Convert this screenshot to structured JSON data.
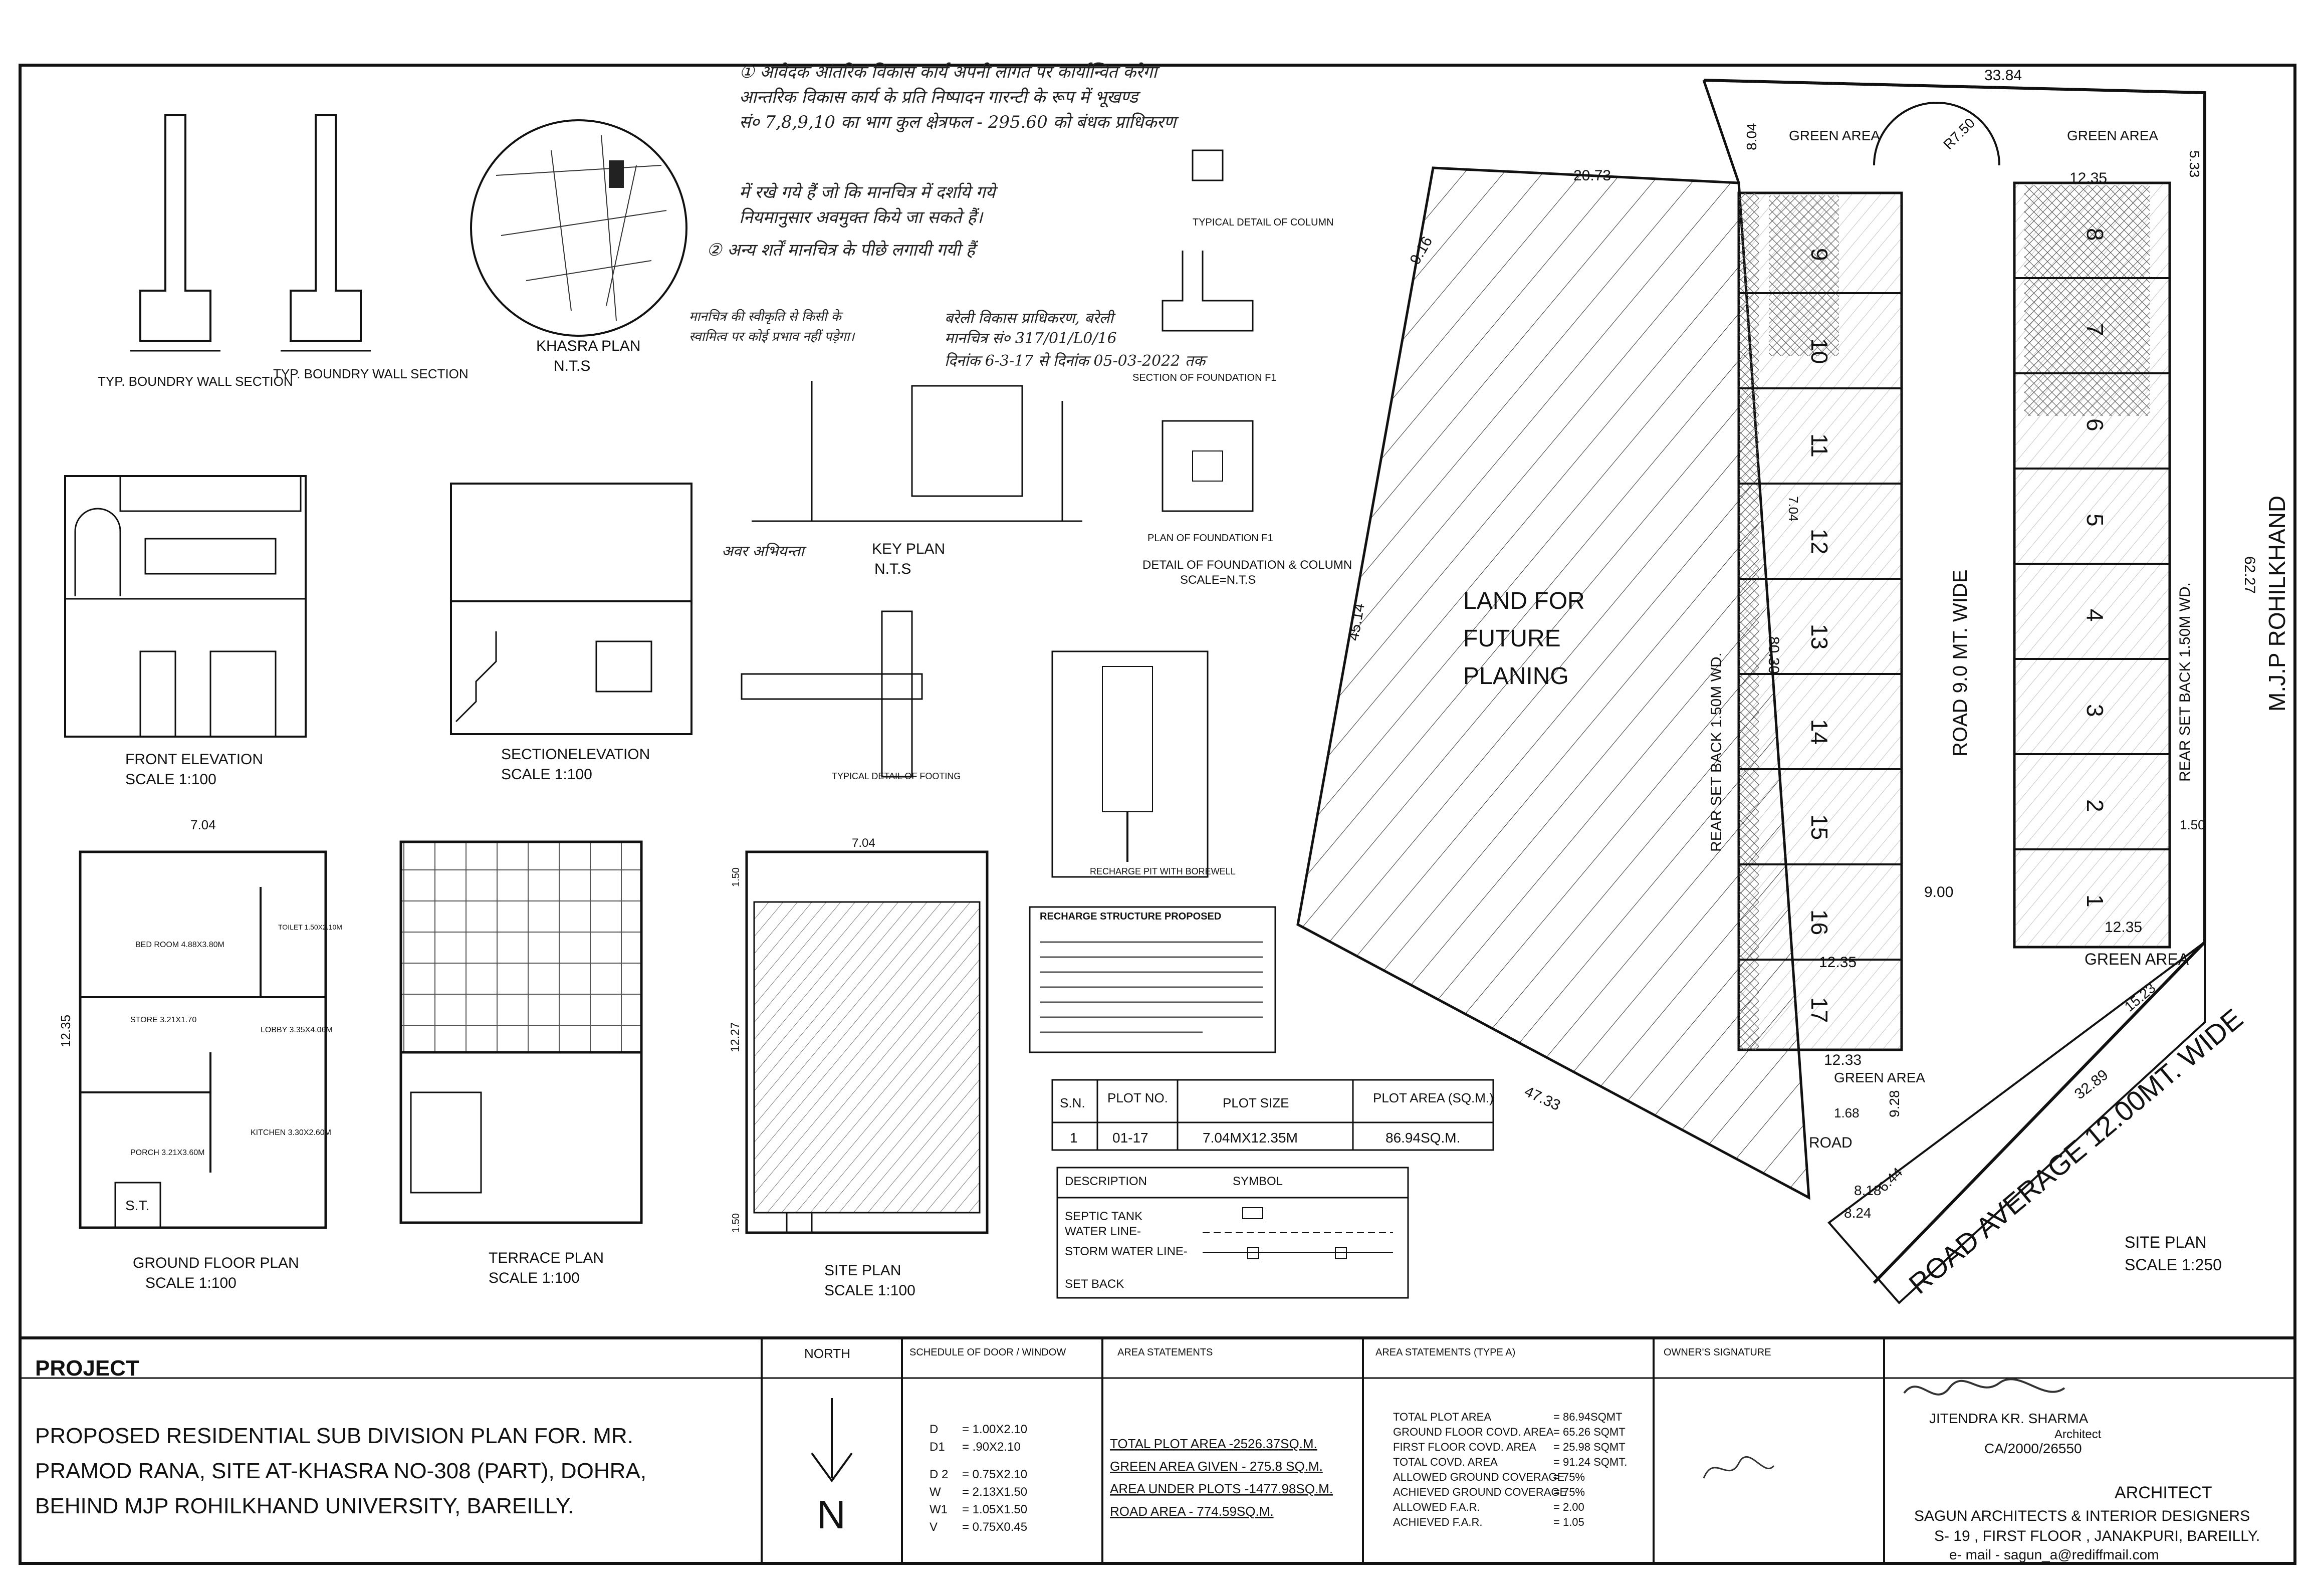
{
  "site_plan": {
    "land_label": [
      "LAND FOR",
      "FUTURE",
      "PLANING"
    ],
    "road_9": "ROAD 9.0 MT. WIDE",
    "road_12": "ROAD AVERAGE 12.00MT. WIDE",
    "mjp": "M.J.P ROHILKHAND",
    "rear_setback_left": "REAR SET BACK 1.50M WD.",
    "rear_setback_right": "REAR SET BACK 1.50M WD.",
    "green_area": "GREEN AREA",
    "road": "ROAD",
    "title": "SITE PLAN",
    "scale": "SCALE 1:250",
    "plots_left": [
      "9",
      "10",
      "11",
      "12",
      "13",
      "14",
      "15",
      "16",
      "17"
    ],
    "plots_right": [
      "8",
      "7",
      "6",
      "5",
      "4",
      "3",
      "2",
      "1"
    ],
    "dims": [
      "33.84",
      "20.73",
      "9.16",
      "45.14",
      "80.30",
      "62.27",
      "47.33",
      "32.89",
      "12.35",
      "12.35",
      "12.35",
      "9.00",
      "12.33",
      "8.04",
      "5.33",
      "R7.50",
      "15.23",
      "6.44",
      "8.24",
      "8.18",
      "7.04",
      "1.50",
      "9.28",
      "1.68"
    ]
  },
  "drawings": {
    "wall1": "TYP. BOUNDRY WALL SECTION",
    "wall2": "TYP. BOUNDRY WALL SECTION",
    "khasra": "KHASRA PLAN",
    "khasra_nts": "N.T.S",
    "key": "KEY PLAN",
    "key_nts": "N.T.S",
    "col": "TYPICAL DETAIL OF COLUMN",
    "found": "SECTION OF FOUNDATION F1",
    "found_plan": "PLAN OF FOUNDATION F1",
    "found_detail": "DETAIL OF FOUNDATION & COLUMN",
    "found_scale": "SCALE=N.T.S",
    "front": "FRONT ELEVATION",
    "front_scale": "SCALE 1:100",
    "section": "SECTIONELEVATION",
    "section_scale": "SCALE 1:100",
    "ground": "GROUND FLOOR PLAN",
    "ground_scale": "SCALE 1:100",
    "terrace": "TERRACE PLAN",
    "terrace_scale": "SCALE 1:100",
    "site_small": "SITE PLAN",
    "site_small_scale": "SCALE 1:100",
    "recharge_pit": "RECHARGE PIT WITH BOREWELL",
    "footing": "TYPICAL DETAIL OF FOOTING",
    "recharge_title": "RECHARGE STRUCTURE PROPOSED",
    "rooms": [
      "BED ROOM 4.88X3.80M",
      "STORE 3.21X1.70",
      "LOBBY 3.35X4.06M",
      "KITCHEN 3.30X2.60M",
      "PORCH 3.21X3.60M",
      "TOILET 1.50X2.10M",
      "S.T."
    ],
    "ground_dims": [
      "7.04",
      "12.35"
    ],
    "site_small_dims": [
      "7.04",
      "12.27",
      "1.50",
      "1.50"
    ]
  },
  "plot_table": {
    "headers": [
      "S.N.",
      "PLOT NO.",
      "PLOT SIZE",
      "PLOT AREA (SQ.M.)"
    ],
    "row": [
      "1",
      "01-17",
      "7.04MX12.35M",
      "86.94SQ.M."
    ]
  },
  "symbol_table": {
    "headers": [
      "DESCRIPTION",
      "SYMBOL"
    ],
    "rows": [
      "SEPTIC TANK",
      "WATER LINE-",
      "STORM WATER LINE-",
      "SET BACK"
    ]
  },
  "title_block": {
    "project": "PROJECT",
    "description": [
      "PROPOSED RESIDENTIAL SUB DIVISION PLAN FOR. MR.",
      "PRAMOD RANA, SITE AT-KHASRA NO-308 (PART), DOHRA,",
      "BEHIND MJP ROHILKHAND UNIVERSITY, BAREILLY."
    ],
    "north": "NORTH",
    "north_letter": "N",
    "schedule_header": "SCHEDULE OF DOOR / WINDOW",
    "schedule": [
      [
        "D",
        "= 1.00X2.10"
      ],
      [
        "D1",
        "= .90X2.10"
      ],
      [
        "D 2",
        "= 0.75X2.10"
      ],
      [
        "W",
        "= 2.13X1.50"
      ],
      [
        "W1",
        "= 1.05X1.50"
      ],
      [
        "V",
        "= 0.75X0.45"
      ]
    ],
    "area_header": "AREA STATEMENTS",
    "area": [
      "TOTAL PLOT AREA -2526.37SQ.M.",
      "GREEN AREA GIVEN - 275.8 SQ.M.",
      "AREA UNDER PLOTS -1477.98SQ.M.",
      "ROAD AREA - 774.59SQ.M."
    ],
    "area_a_header": "AREA STATEMENTS (TYPE A)",
    "area_a": [
      [
        "TOTAL PLOT AREA",
        "= 86.94SQMT"
      ],
      [
        "GROUND FLOOR COVD. AREA",
        "= 65.26 SQMT"
      ],
      [
        "FIRST FLOOR COVD. AREA",
        "= 25.98 SQMT"
      ],
      [
        "TOTAL COVD. AREA",
        "= 91.24 SQMT."
      ],
      [
        "ALLOWED GROUND COVERAGE",
        "= 75%"
      ],
      [
        "ACHIEVED GROUND COVERAGE",
        "= 75%"
      ],
      [
        "ALLOWED F.A.R.",
        "= 2.00"
      ],
      [
        "ACHIEVED F.A.R.",
        "= 1.05"
      ]
    ],
    "owner_header": "OWNER'S SIGNATURE",
    "architect_name": "JITENDRA KR. SHARMA",
    "architect_title": "Architect",
    "architect_reg": "CA/2000/26550",
    "firm_role": "ARCHITECT",
    "firm": "SAGUN ARCHITECTS & INTERIOR DESIGNERS",
    "address": "S- 19 , FIRST FLOOR , JANAKPURI, BAREILLY.",
    "email": "e- mail - sagun_a@rediffmail.com"
  },
  "handwritten": {
    "notes": [
      "① आवेदक आंतरिक विकास कार्य अपनी लागत पर कार्यान्वित करेगा",
      "आन्तरिक विकास कार्य के प्रति निष्पादन गारन्टी के रूप में भूखण्ड",
      "सं० 7,8,9,10 का भाग कुल क्षेत्रफल - 295.60 को बंधक प्राधिकरण",
      "में रखे गये हैं जो कि मानचित्र में दर्शाये गये",
      "नियमानुसार अवमुक्त किये जा सकते हैं।",
      "② अन्य शर्तें मानचित्र के पीछे लगायी गयी हैं"
    ],
    "approval": [
      "मानचित्र की स्वीकृति से किसी के",
      "स्वामित्व पर कोई प्रभाव नहीं पड़ेगा।",
      "बरेली विकास प्राधिकरण, बरेली",
      "मानचित्र सं० 317/01/L0/16",
      "दिनांक 6-3-17 से दिनांक 05-03-2022 तक",
      "अवर अभियन्ता"
    ]
  }
}
